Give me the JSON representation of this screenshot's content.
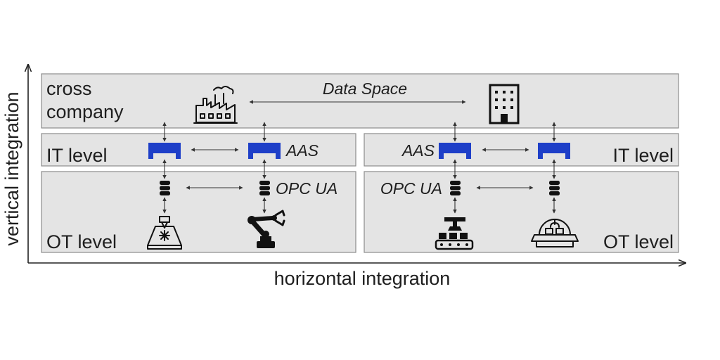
{
  "labels": {
    "cross_company_line1": "cross",
    "cross_company_line2": "company",
    "data_space": "Data Space",
    "it_level_left": "IT level",
    "it_level_right": "IT level",
    "ot_level_left": "OT level",
    "ot_level_right": "OT level",
    "aas_left": "AAS",
    "aas_right": "AAS",
    "opcua_left": "OPC UA",
    "opcua_right": "OPC UA",
    "x_axis": "horizontal integration",
    "y_axis": "vertical integration"
  },
  "icons": {
    "factory": "factory-icon",
    "office": "office-building-icon",
    "aas_shell": "aas-shell-icon",
    "database": "database-icon",
    "laser_machine": "laser-cutting-machine-icon",
    "robot_arm": "robot-arm-icon",
    "conveyor": "conveyor-packaging-icon",
    "pick_and_place": "pick-and-place-icon"
  },
  "colors": {
    "panel_fill": "#e4e4e4",
    "panel_border": "#8c8c8c",
    "aas_blue": "#1e3fc8",
    "text": "#1e1e1e"
  }
}
